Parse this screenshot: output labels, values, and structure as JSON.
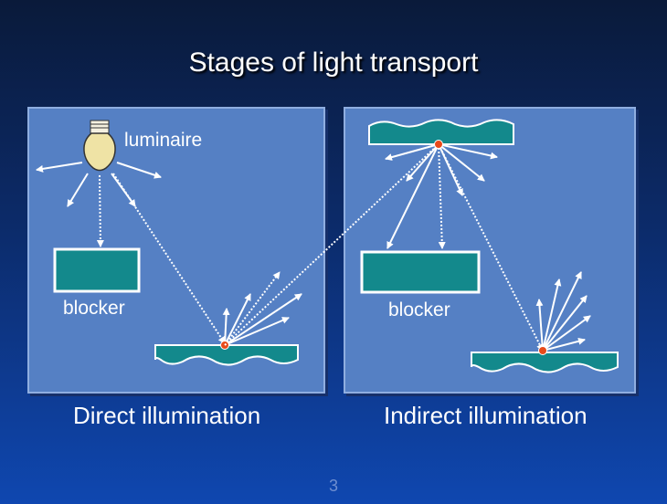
{
  "title": "Stages of light transport",
  "left_panel": {
    "luminaire_label": "luminaire",
    "blocker_label": "blocker",
    "caption": "Direct illumination"
  },
  "right_panel": {
    "blocker_label": "blocker",
    "caption": "Indirect illumination"
  },
  "page_number": "3",
  "colors": {
    "panel": "#5580c4",
    "blocker": "#13898c",
    "surface": "#13898c",
    "hit_point": "#e84a1a",
    "ray": "#ffffff"
  }
}
